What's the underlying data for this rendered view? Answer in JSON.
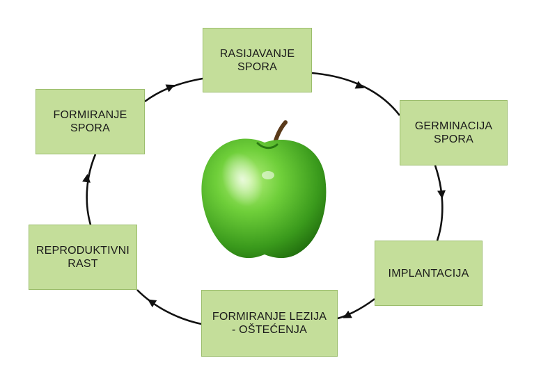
{
  "stages": [
    {
      "id": "rasijavanje",
      "label": "RASIJAVANJE\nSPORA"
    },
    {
      "id": "germinacija",
      "label": "GERMINACIJA\nSPORA"
    },
    {
      "id": "implantacija",
      "label": "IMPLANTACIJA"
    },
    {
      "id": "lezije",
      "label": "FORMIRANJE LEZIJA\n- OŠTEĆENJA"
    },
    {
      "id": "reproduktivni",
      "label": "REPRODUKTIVNI\nRAST"
    },
    {
      "id": "formiranje",
      "label": "FORMIRANJE\nSPORA"
    }
  ],
  "colors": {
    "box_fill": "#c4de9a",
    "box_border": "#9bbd6c",
    "arrow": "#111111",
    "apple_dark": "#2f8a14",
    "apple_light": "#8fe05a"
  },
  "center_icon": "green-apple-icon"
}
